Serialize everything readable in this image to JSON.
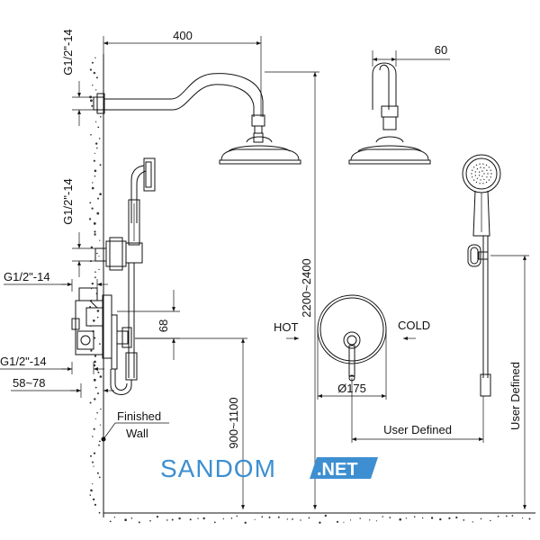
{
  "dimensions": {
    "arm_length": "400",
    "head_offset": "60",
    "total_height": "2200~2400",
    "valve_height": "900~1100",
    "diverter_spacing": "68",
    "wall_offset": "58~78",
    "plate_diameter": "Ø175",
    "user_defined_horizontal": "User Defined",
    "user_defined_vertical": "User Defined"
  },
  "thread_labels": {
    "top": "G1/2\"-14",
    "middle": "G1/2\"-14",
    "left_upper": "G1/2\"-14",
    "left_lower": "G1/2\"-14"
  },
  "valve_labels": {
    "hot": "HOT",
    "cold": "COLD"
  },
  "wall_label": {
    "line1": "Finished",
    "line2": "Wall"
  },
  "watermark": {
    "brand": "SANDOM",
    "suffix": ".NET",
    "brand_color": "#3d8fd1"
  }
}
